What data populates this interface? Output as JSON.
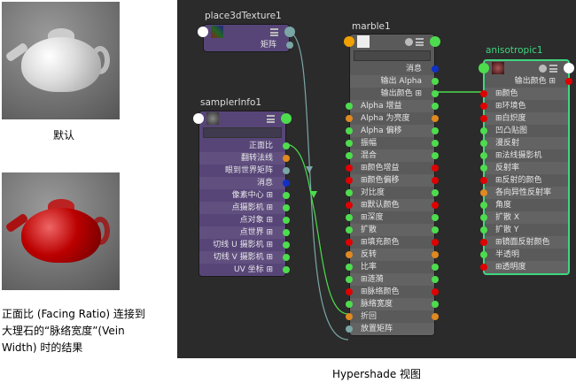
{
  "left": {
    "default_caption": "默认",
    "result_caption": [
      "正面比 (Facing Ratio) 连接到",
      "大理石的“脉络宽度”(Vein",
      "Width) 时的结果"
    ]
  },
  "bottom_caption": "Hypershade 视图",
  "colors": {
    "green": "#4ddc4d",
    "orange": "#e0891f",
    "red": "#e00000",
    "blue": "#1030c8",
    "teal": "#7aa6a6",
    "selected": "#3fd67f"
  },
  "nodes": {
    "place3d": {
      "title": "place3dTexture1",
      "rows": [
        {
          "label": "矩阵",
          "out": "teal"
        }
      ]
    },
    "sampler": {
      "title": "samplerInfo1",
      "rows": [
        {
          "label": "正面比",
          "out": "green"
        },
        {
          "label": "翻转法线",
          "out": "orange"
        },
        {
          "label": "眼到世界矩阵",
          "out": "teal"
        },
        {
          "label": "消息",
          "out": "blue"
        },
        {
          "label": "像素中心 ⊞",
          "out": "green"
        },
        {
          "label": "点摄影机 ⊞",
          "out": "green"
        },
        {
          "label": "点对象 ⊞",
          "out": "green"
        },
        {
          "label": "点世界 ⊞",
          "out": "green"
        },
        {
          "label": "切线 U 摄影机 ⊞",
          "out": "green"
        },
        {
          "label": "切线 V 摄影机 ⊞",
          "out": "green"
        },
        {
          "label": "UV 坐标 ⊞",
          "out": "green"
        }
      ]
    },
    "marble": {
      "title": "marble1",
      "outputs": [
        {
          "label": "消息",
          "out": "blue"
        },
        {
          "label": "输出 Alpha",
          "out": "green"
        },
        {
          "label": "输出颜色 ⊞",
          "out": "green"
        }
      ],
      "inputs": [
        {
          "label": "Alpha 增益",
          "c": "green"
        },
        {
          "label": "Alpha 为亮度",
          "c": "orange"
        },
        {
          "label": "Alpha 偏移",
          "c": "green"
        },
        {
          "label": "振幅",
          "c": "green"
        },
        {
          "label": "混合",
          "c": "green"
        },
        {
          "label": "⊞颜色增益",
          "c": "red"
        },
        {
          "label": "⊞颜色偏移",
          "c": "red"
        },
        {
          "label": "对比度",
          "c": "green"
        },
        {
          "label": "⊞默认颜色",
          "c": "red"
        },
        {
          "label": "⊞深度",
          "c": "green"
        },
        {
          "label": "扩散",
          "c": "green"
        },
        {
          "label": "⊞填充颜色",
          "c": "red"
        },
        {
          "label": "反转",
          "c": "orange"
        },
        {
          "label": "比率",
          "c": "green"
        },
        {
          "label": "⊞涟漪",
          "c": "green"
        },
        {
          "label": "⊞脉络颜色",
          "c": "red"
        },
        {
          "label": "脉络宽度",
          "c": "green"
        },
        {
          "label": "折回",
          "c": "orange"
        },
        {
          "label": "放置矩阵",
          "c": "teal",
          "noout": true
        }
      ]
    },
    "aniso": {
      "title": "anisotropic1",
      "outputs": [
        {
          "label": "输出颜色 ⊞",
          "out": "red"
        }
      ],
      "inputs": [
        {
          "label": "⊞颜色",
          "c": "red"
        },
        {
          "label": "⊞环境色",
          "c": "red"
        },
        {
          "label": "⊞白炽度",
          "c": "red"
        },
        {
          "label": "凹凸贴图",
          "c": "green"
        },
        {
          "label": "漫反射",
          "c": "green"
        },
        {
          "label": "⊞法线摄影机",
          "c": "green"
        },
        {
          "label": "反射率",
          "c": "green"
        },
        {
          "label": "⊞反射的颜色",
          "c": "red"
        },
        {
          "label": "各向异性反射率",
          "c": "orange"
        },
        {
          "label": "角度",
          "c": "green"
        },
        {
          "label": "扩散 X",
          "c": "green"
        },
        {
          "label": "扩散 Y",
          "c": "green"
        },
        {
          "label": "⊞镜面反射颜色",
          "c": "red"
        },
        {
          "label": "半透明",
          "c": "green"
        },
        {
          "label": "⊞透明度",
          "c": "red"
        }
      ]
    }
  }
}
